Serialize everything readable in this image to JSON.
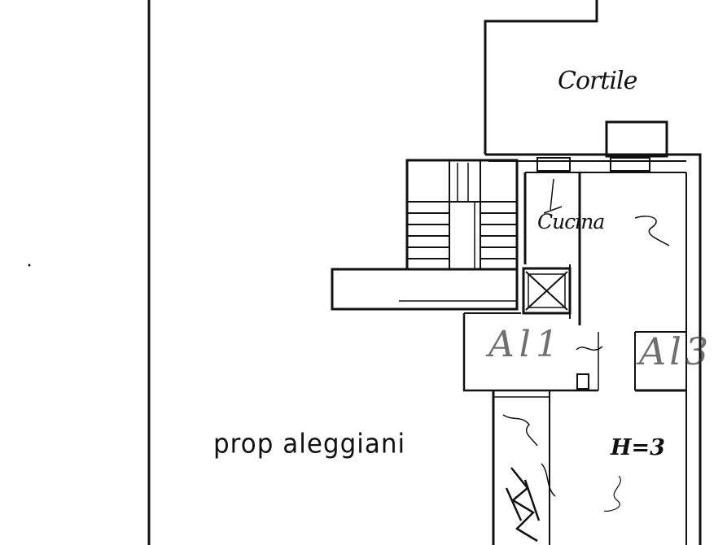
{
  "labels": {
    "cortile": "Cortile",
    "cucina": "Cucina",
    "neighbor": "prop aleggiani",
    "height": "H=3"
  },
  "handwritten": {
    "room_a": "Al1",
    "room_b": "Al3"
  },
  "colors": {
    "ink": "#111111",
    "paper": "#ffffff"
  }
}
